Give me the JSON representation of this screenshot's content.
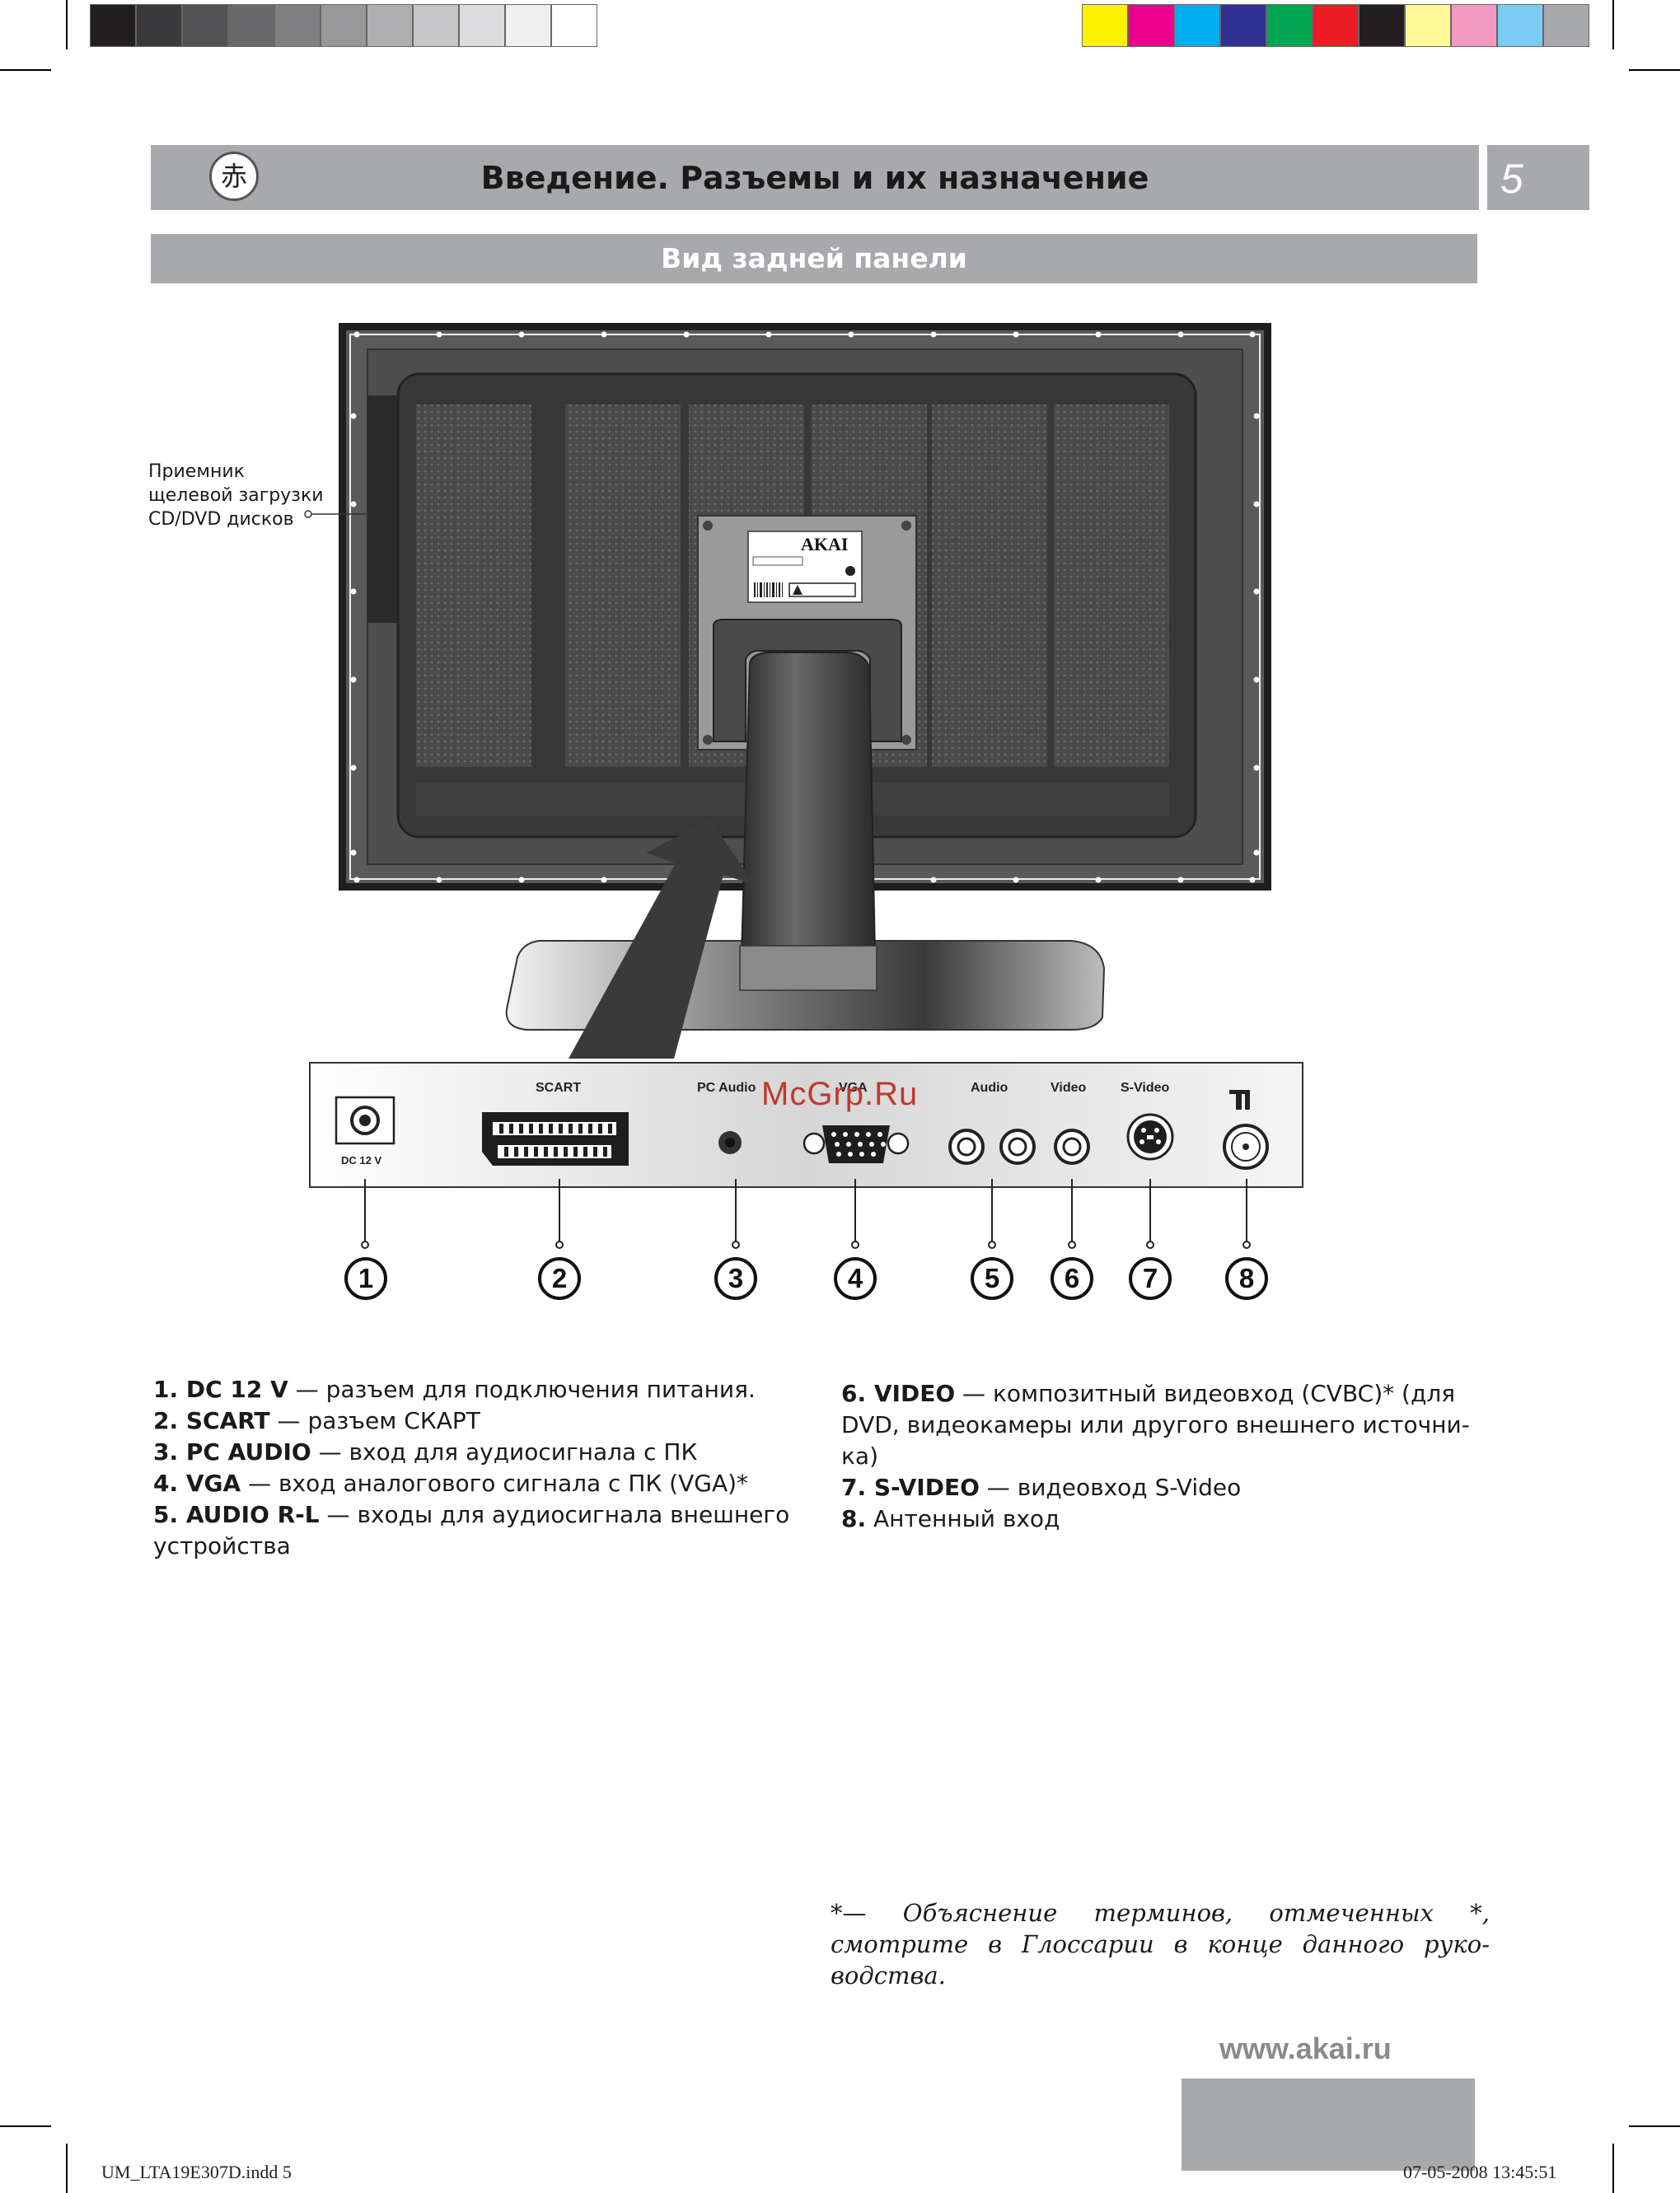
{
  "header": {
    "title": "Введение. Разъемы и их назначение",
    "page_number": "5",
    "logo_glyph": "赤"
  },
  "section": {
    "subtitle": "Вид задней панели"
  },
  "callout": {
    "line1": "Приемник",
    "line2": "щелевой загрузки",
    "line3": "CD/DVD дисков"
  },
  "tv_label": {
    "brand": "AKAI"
  },
  "connector_panel": {
    "dc": "DC 12 V",
    "scart": "SCART",
    "pc_audio": "PC Audio",
    "vga": "VGA",
    "audio": "Audio",
    "video": "Video",
    "svideo": "S-Video"
  },
  "numbers": [
    "1",
    "2",
    "3",
    "4",
    "5",
    "6",
    "7",
    "8"
  ],
  "descriptions_left": [
    {
      "key": "1. DC 12 V",
      "text": " — разъем для подключения питания."
    },
    {
      "key": "2. SCART",
      "text": " — разъем СКАРТ"
    },
    {
      "key": "3. PC AUDIO",
      "text": " — вход для аудиосигнала с ПК"
    },
    {
      "key": "4. VGA",
      "text": " — вход аналогового сигнала с ПК (VGA)*"
    },
    {
      "key": "5. AUDIO R-L",
      "text": " — входы для аудиосигнала внешнего"
    },
    {
      "key": "",
      "text": "устройства"
    }
  ],
  "descriptions_right": [
    {
      "key": "6. VIDEO",
      "text": " — композитный видеовход (CVBC)* (для"
    },
    {
      "key": "",
      "text": "DVD, видеокамеры или другого внешнего источни-"
    },
    {
      "key": "",
      "text": "ка)"
    },
    {
      "key": "7. S-VIDEO",
      "text": " — видеовход S-Video"
    },
    {
      "key": "8.",
      "text": " Антенный вход"
    }
  ],
  "footnote": "*— Объяснение терминов, отмеченных *, смотрите в Глоссарии в конце данного руко-водства.",
  "url": "www.akai.ru",
  "watermark": "McGrp.Ru",
  "footer": {
    "file": "UM_LTA19E307D.indd   5",
    "datetime": "07-05-2008   13:45:51"
  },
  "colors": {
    "header_gray": "#a7a9ac",
    "grayscale_swatches": [
      "#231f20",
      "#3a3a3c",
      "#525254",
      "#69696b",
      "#808082",
      "#98989a",
      "#afafb1",
      "#c6c6c8",
      "#dcdcde",
      "#efeff0",
      "#ffffff"
    ],
    "process_swatches": [
      "#fff200",
      "#ec008c",
      "#00aeef",
      "#2e3192",
      "#00a651",
      "#ed1c24",
      "#231f20",
      "#fff799",
      "#f49ac1",
      "#7accf3",
      "#a7a9ac"
    ]
  }
}
